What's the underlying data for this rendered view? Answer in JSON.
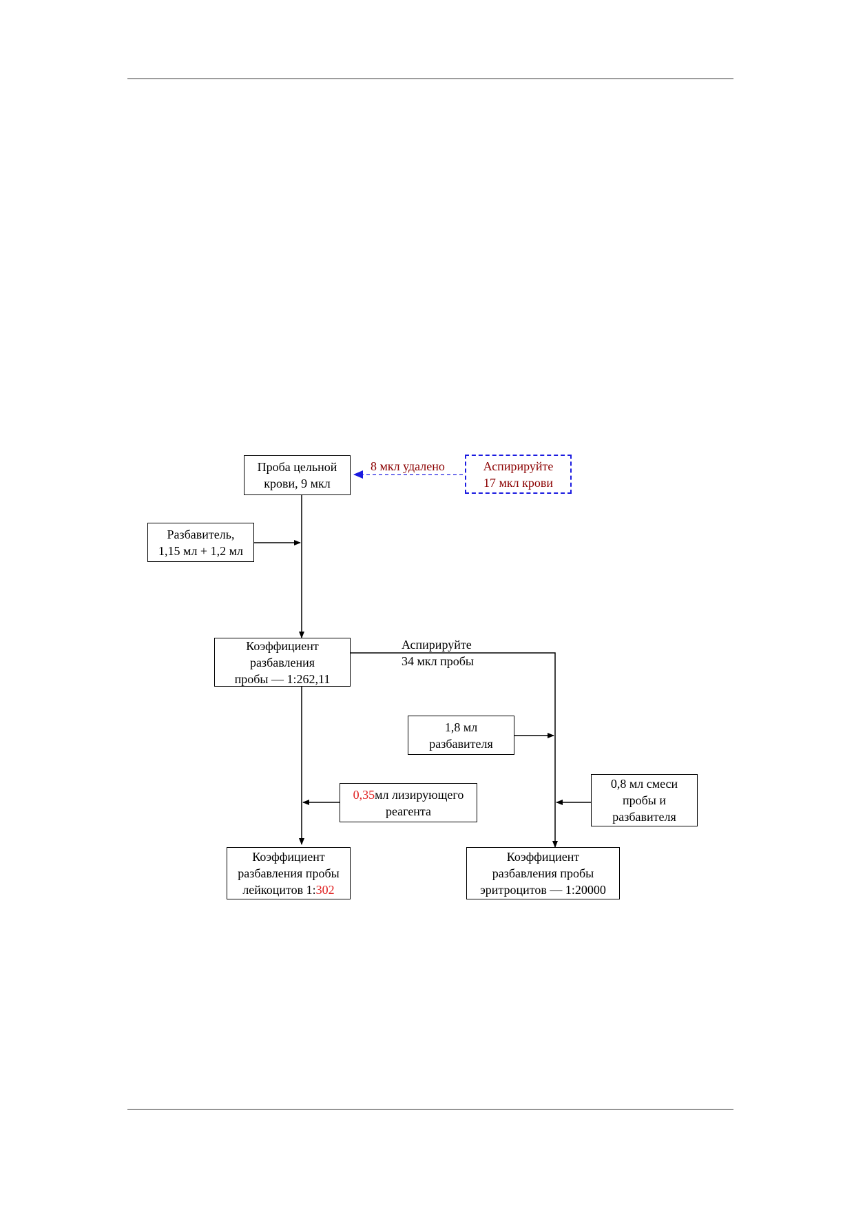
{
  "diagram": {
    "nodes": {
      "whole_blood": {
        "lines": [
          "Проба цельной",
          "крови, 9 мкл"
        ]
      },
      "aspirate_blood": {
        "lines": [
          "Аспирируйте",
          "17 мкл крови"
        ]
      },
      "diluent_first": {
        "lines": [
          "Разбавитель,",
          "1,15 мл + 1,2 мл"
        ]
      },
      "dilution_ratio": {
        "lines": [
          "Коэффициент",
          "разбавления",
          "пробы — 1:262,11"
        ]
      },
      "diluent_second": {
        "lines": [
          "1,8 мл",
          "разбавителя"
        ]
      },
      "lysing_reagent": {
        "value": "0,35",
        "text": "мл лизирующего",
        "line2": "реагента"
      },
      "mix_sample": {
        "lines": [
          "0,8 мл смеси",
          "пробы и",
          "разбавителя"
        ]
      },
      "wbc_ratio": {
        "lines": [
          "Коэффициент",
          "разбавления пробы"
        ],
        "prefix": "лейкоцитов 1:",
        "value": "302"
      },
      "rbc_ratio": {
        "lines": [
          "Коэффициент",
          "разбавления пробы",
          "эритроцитов — 1:20000"
        ]
      }
    },
    "edge_labels": {
      "removed": "8 мкл удалено",
      "aspirate_sample": [
        "Аспирируйте",
        "34 мкл пробы"
      ]
    },
    "colors": {
      "highlight_red": "#e02020",
      "dark_red": "#8b0000",
      "dashed_blue": "#1a1ae0"
    }
  }
}
